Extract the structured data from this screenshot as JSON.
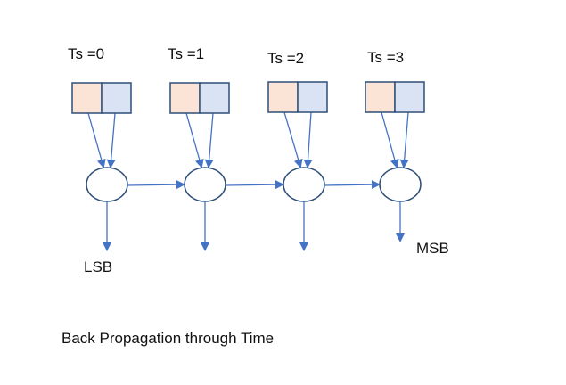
{
  "colors": {
    "box_left_fill": "#fbe3d6",
    "box_right_fill": "#dae3f3",
    "box_stroke": "#2f4f79",
    "node_stroke": "#2f4f79",
    "arrow": "#4472c4"
  },
  "timesteps": [
    {
      "label": "Ts =0"
    },
    {
      "label": "Ts =1"
    },
    {
      "label": "Ts =2"
    },
    {
      "label": "Ts =3"
    }
  ],
  "output_labels": {
    "first": "LSB",
    "last": "MSB"
  },
  "caption": "Back Propagation through Time"
}
